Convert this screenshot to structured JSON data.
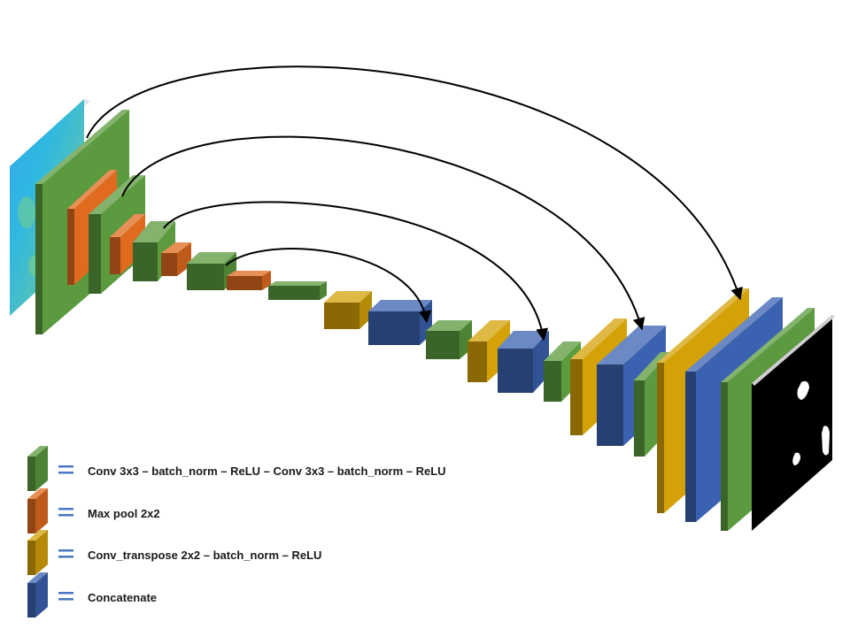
{
  "colors": {
    "conv": "#5b9a3e",
    "pool": "#e06a1e",
    "upconv": "#d4a207",
    "concat": "#3a62b0",
    "equals": "#4a76c4",
    "arrow": "#000000",
    "mask_background": "#000000",
    "mask_blobs": "#ffffff"
  },
  "images": {
    "input": "input-image-heatmap",
    "output": "segmentation-mask"
  },
  "legend": [
    {
      "key": "conv",
      "label": "Conv 3x3 – batch_norm – ReLU – Conv 3x3 – batch_norm – ReLU"
    },
    {
      "key": "pool",
      "label": "Max pool 2x2"
    },
    {
      "key": "upconv",
      "label": "Conv_transpose 2x2 – batch_norm – ReLU"
    },
    {
      "key": "concat",
      "label": "Concatenate"
    }
  ]
}
